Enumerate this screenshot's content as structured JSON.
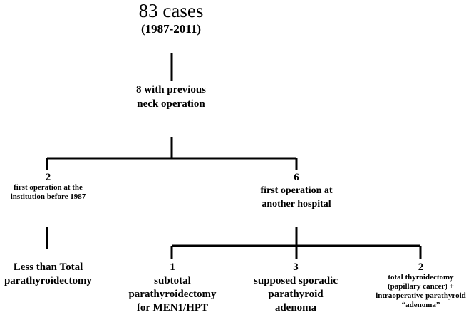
{
  "root": {
    "title": "83 cases",
    "subtitle": "(1987-2011)"
  },
  "previous_operation": {
    "line1": "8 with previous",
    "line2": "neck operation"
  },
  "left_branch": {
    "count": "2",
    "desc_line1": "first operation at the",
    "desc_line2": "institution before 1987",
    "outcome_line1": "Less than Total",
    "outcome_line2": "parathyroidectomy"
  },
  "right_branch": {
    "count": "6",
    "desc_line1": "first operation at",
    "desc_line2": "another hospital"
  },
  "subtotal": {
    "count": "1",
    "line1": "subtotal",
    "line2": "parathyroidectomy",
    "line3": "for MEN1/HPT"
  },
  "sporadic": {
    "count": "3",
    "line1": "supposed sporadic",
    "line2": "parathyroid",
    "line3": "adenoma"
  },
  "total": {
    "count": "2",
    "line1": "total thyroidectomy",
    "line2": "(papillary cancer) +",
    "line3": "intraoperative parathyroid",
    "line4": "“adenoma”"
  },
  "colors": {
    "line": "#000000",
    "text": "#000000",
    "background": "#ffffff"
  }
}
